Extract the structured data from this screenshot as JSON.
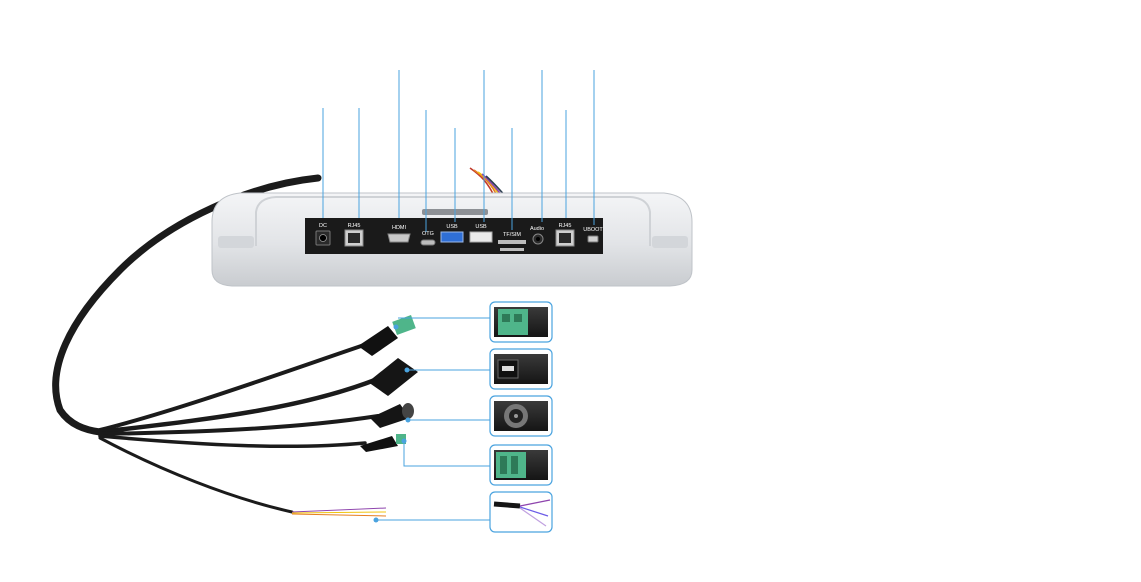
{
  "ports": [
    {
      "id": "dc",
      "label": "DC"
    },
    {
      "id": "rj45-left",
      "label": "RJ45"
    },
    {
      "id": "hdmi",
      "label": "HDMI"
    },
    {
      "id": "otg",
      "label": "OTG"
    },
    {
      "id": "usb-blue",
      "label": "USB"
    },
    {
      "id": "usb-white",
      "label": "USB"
    },
    {
      "id": "tf-sim",
      "label": "TF/SIM"
    },
    {
      "id": "audio",
      "label": "Audio"
    },
    {
      "id": "rj45-right",
      "label": "RJ45"
    },
    {
      "id": "uboot",
      "label": "UBOOT"
    }
  ],
  "cable_connectors": [
    {
      "id": "terminal-block-3pin",
      "icon": "terminal-block-icon"
    },
    {
      "id": "usb-female",
      "icon": "usb-female-icon"
    },
    {
      "id": "dc-jack",
      "icon": "dc-jack-icon"
    },
    {
      "id": "terminal-block-small",
      "icon": "terminal-block-icon"
    },
    {
      "id": "bare-wires",
      "icon": "bare-wires-icon"
    }
  ],
  "colors": {
    "callout": "#4aa3df",
    "device_body": "#e3e5e8",
    "port_panel": "#1a1a1a",
    "cable": "#1b1b1b",
    "terminal_green": "#4fb58a",
    "usb_blue": "#2f6fd6"
  }
}
